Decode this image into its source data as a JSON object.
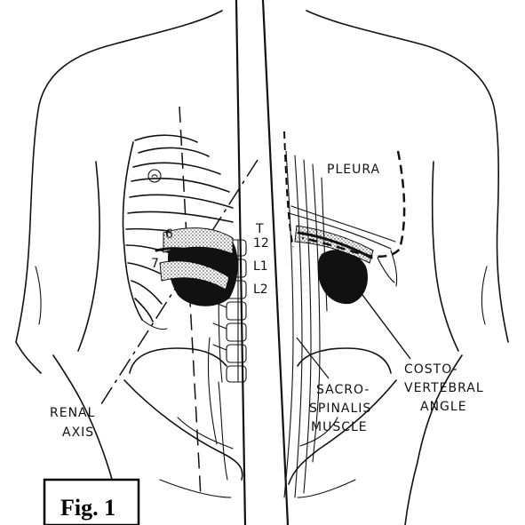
{
  "labels": {
    "pleura": "PLEURA",
    "costo": "COSTO-",
    "vertebral": "VERTEBRAL",
    "angle": "ANGLE",
    "sacro": "SACRO-",
    "spinalis": "SPINALIS",
    "muscle": "MUSCLE",
    "renal": "RENAL",
    "axis": "AXIS",
    "t": "T",
    "t12": "12",
    "l1": "L1",
    "l2": "L2",
    "rib6": "6",
    "rib7": "7",
    "fig": "Fig. 1"
  }
}
